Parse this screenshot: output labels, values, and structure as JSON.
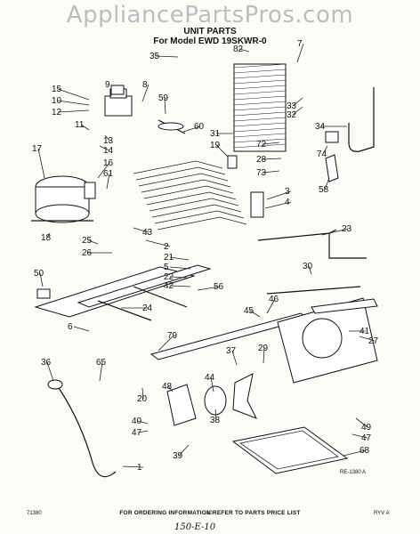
{
  "watermark": "AppliancePartsPros.com",
  "title_line1": "UNIT PARTS",
  "title_line2": "For Model EWD 19SKWR-0",
  "footer_note": "FOR ORDERING INFORMATION REFER TO PARTS PRICE LIST",
  "code_left": "71380",
  "page_number": "10",
  "rev": "RYV A",
  "ref_code": "RE-1380 A",
  "handwritten": "150-E-10",
  "callouts": [
    "35",
    "82",
    "7",
    "15",
    "9",
    "8",
    "10",
    "12",
    "11",
    "59",
    "60",
    "13",
    "14",
    "31",
    "33",
    "32",
    "34",
    "74",
    "72",
    "28",
    "73",
    "19",
    "17",
    "16",
    "61",
    "3",
    "4",
    "58",
    "23",
    "18",
    "25",
    "26",
    "43",
    "2",
    "21",
    "5",
    "22",
    "42",
    "56",
    "50",
    "30",
    "24",
    "46",
    "45",
    "6",
    "79",
    "41",
    "27",
    "36",
    "65",
    "37",
    "29",
    "48",
    "44",
    "20",
    "40",
    "47",
    "38",
    "49",
    "47",
    "68",
    "39",
    "1"
  ]
}
